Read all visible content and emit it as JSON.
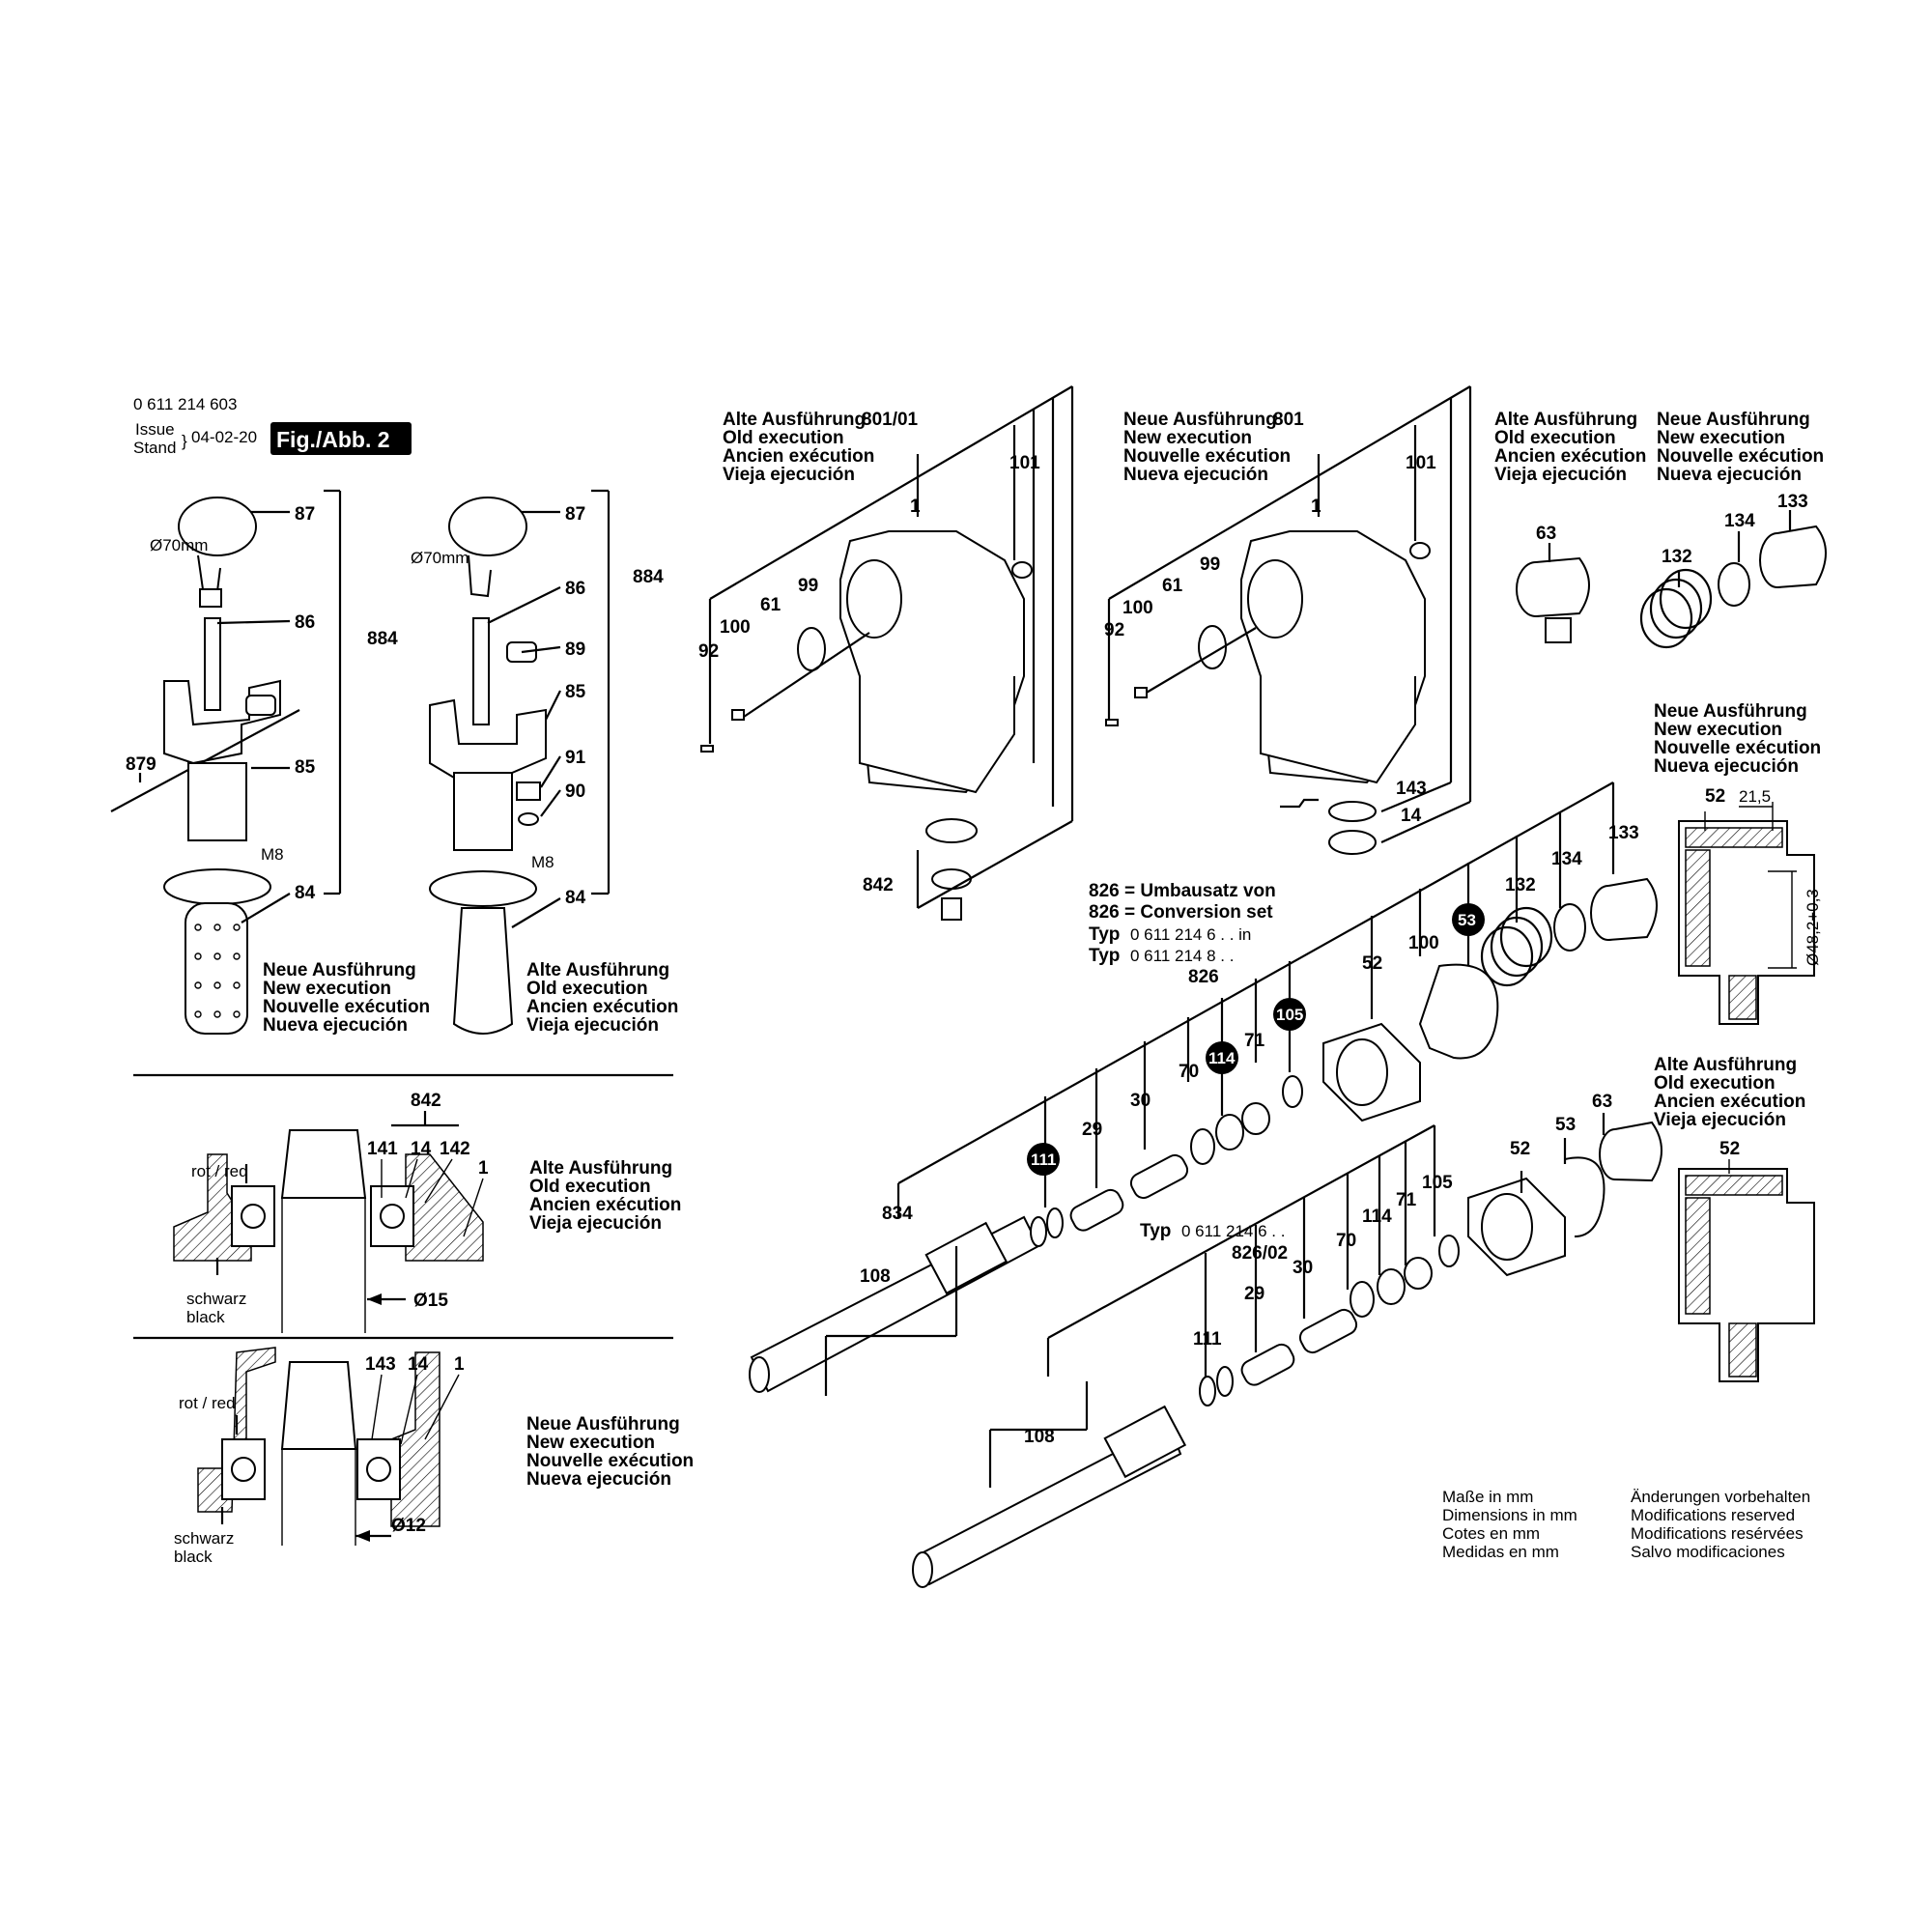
{
  "header": {
    "part_number": "0 611 214 603",
    "issue_label": "Issue",
    "stand_label": "Stand",
    "date": "04-02-20",
    "figure_tag": "Fig./Abb. 2"
  },
  "labels_lang": {
    "old": [
      "Alte Ausführung",
      "Old execution",
      "Ancien exécution",
      "Vieja ejecución"
    ],
    "new": [
      "Neue Ausführung",
      "New execution",
      "Nouvelle exécution",
      "Nueva ejecución"
    ]
  },
  "handle_left": {
    "diameter": "Ø70mm",
    "thread": "M8",
    "parts": [
      "87",
      "86",
      "884",
      "85",
      "879",
      "84"
    ]
  },
  "handle_right": {
    "diameter": "Ø70mm",
    "thread": "M8",
    "parts": [
      "87",
      "86",
      "884",
      "89",
      "85",
      "91",
      "90",
      "84"
    ]
  },
  "bearing_old": {
    "group": "842",
    "parts": [
      "141",
      "14",
      "142",
      "1"
    ],
    "rot": "rot / red",
    "schwarz": "schwarz",
    "black": "black",
    "diameter": "Ø15"
  },
  "bearing_new": {
    "parts": [
      "143",
      "14",
      "1"
    ],
    "rot": "rot / red",
    "schwarz": "schwarz",
    "black": "black",
    "diameter": "Ø12"
  },
  "housing_old": {
    "group": "801/01",
    "parts": [
      "101",
      "1",
      "99",
      "61",
      "100",
      "92",
      "842"
    ]
  },
  "housing_new": {
    "group": "801",
    "parts": [
      "101",
      "1",
      "99",
      "61",
      "100",
      "92",
      "143",
      "14"
    ]
  },
  "sleeve_old": {
    "parts": [
      "63"
    ]
  },
  "sleeve_new": {
    "parts": [
      "132",
      "134",
      "133"
    ]
  },
  "conversion": {
    "line1": "826 = Umbausatz von",
    "line2": "826 = Conversion set",
    "line3_a": "Typ",
    "line3_b": "0 611 214 6 . . in",
    "line4_a": "Typ",
    "line4_b": "0 611 214 8 . .",
    "group": "826",
    "spindle_group": "834"
  },
  "assembly_upper": {
    "parts": [
      "133",
      "134",
      "132",
      "53",
      "100",
      "52",
      "105",
      "71",
      "114",
      "70",
      "30",
      "29",
      "111",
      "108"
    ]
  },
  "assembly_lower": {
    "type_a": "Typ",
    "type_b": "0 611 214 6 . .",
    "group": "826/02",
    "parts": [
      "63",
      "53",
      "52",
      "105",
      "71",
      "114",
      "70",
      "30",
      "29",
      "111",
      "108"
    ]
  },
  "detail_new": {
    "part": "52",
    "dim1": "21,5",
    "dim2": "Ø48,2+0,3"
  },
  "detail_old": {
    "part": "52"
  },
  "footer": {
    "dims": [
      "Maße in mm",
      "Dimensions in mm",
      "Cotes en mm",
      "Medidas en mm"
    ],
    "changes": [
      "Änderungen vorbehalten",
      "Modifications reserved",
      "Modifications resérvées",
      "Salvo modificaciones"
    ]
  }
}
